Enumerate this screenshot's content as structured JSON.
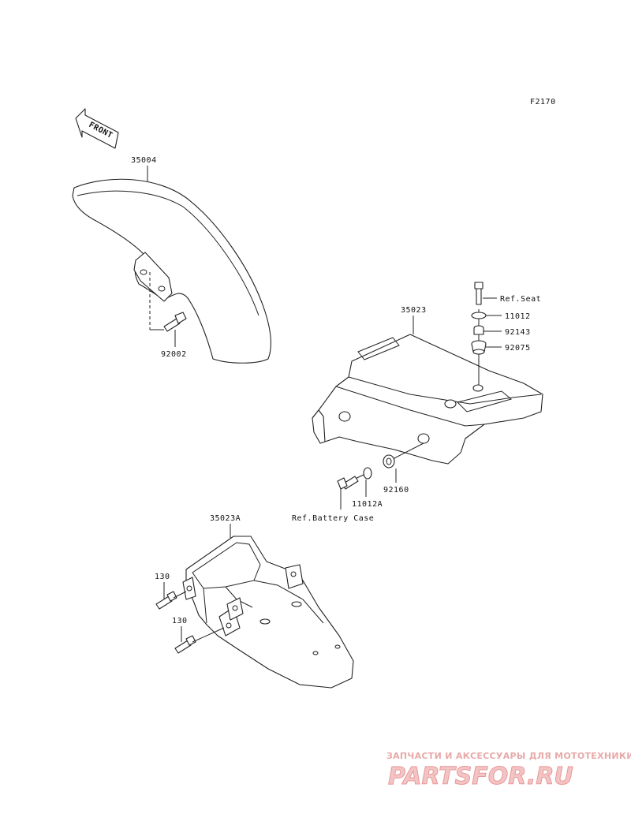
{
  "figure_code": "F2170",
  "front_label": "FRONT",
  "parts": {
    "front_fender": "35004",
    "front_fender_bolt": "92002",
    "rear_fender_front": "35023",
    "rear_fender_rear": "35023A",
    "bolt_top": "11012",
    "collar": "92143",
    "grommet_top": "92075",
    "grommet_side": "92160",
    "bolt_side": "11012A",
    "bolt_130_upper": "130",
    "bolt_130_lower": "130"
  },
  "refs": {
    "seat": "Ref.Seat",
    "battery_case": "Ref.Battery Case"
  },
  "watermark": {
    "tagline": "ЗАПЧАСТИ И АКСЕССУАРЫ ДЛЯ МОТОТЕХНИКИ",
    "logo": "PARTSFOR.RU",
    "color": "#e89898"
  }
}
